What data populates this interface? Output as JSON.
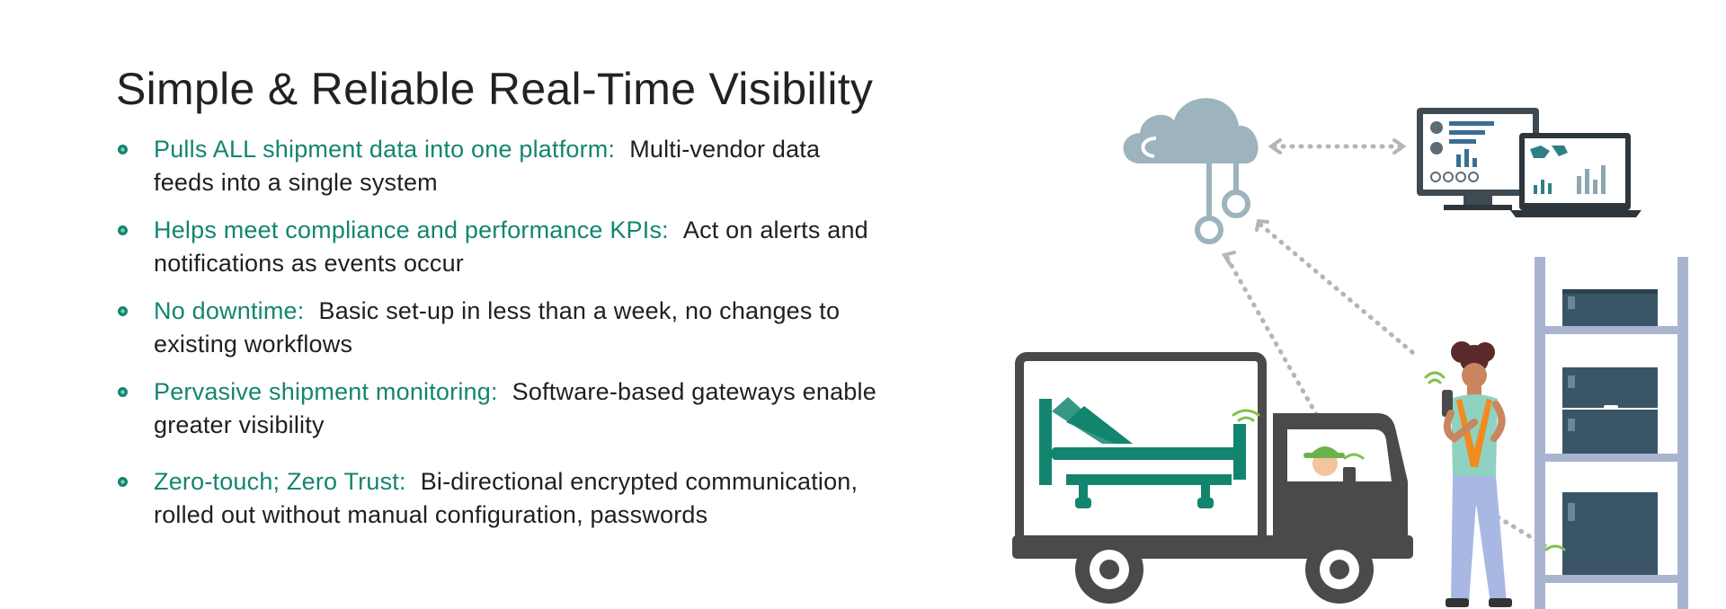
{
  "slide": {
    "title": "Simple & Reliable Real-Time Visibility",
    "bullets": [
      {
        "lead": "Pulls ALL shipment data into one platform:",
        "line1": "Multi-vendor data",
        "line2": "feeds into a single system"
      },
      {
        "lead": "Helps meet compliance and performance KPIs:",
        "line1": "Act on alerts and",
        "line2": "notifications as events occur"
      },
      {
        "lead": "No downtime:",
        "line1": "Basic set-up in less than a week, no changes to",
        "line2": "existing workflows"
      },
      {
        "lead": "Pervasive shipment monitoring:",
        "line1": "Software-based gateways enable",
        "line2": "greater visibility"
      },
      {
        "lead": "Zero-touch; Zero Trust:",
        "line1": "Bi-directional encrypted communication,",
        "line2": "rolled out without manual configuration, passwords"
      }
    ]
  },
  "colors": {
    "accent": "#13856f",
    "text": "#1f1f1f",
    "dark_gray": "#4a4a4a",
    "cloud": "#9db3bd",
    "shelf": "#a9b4d0",
    "box": "#3a5566"
  }
}
